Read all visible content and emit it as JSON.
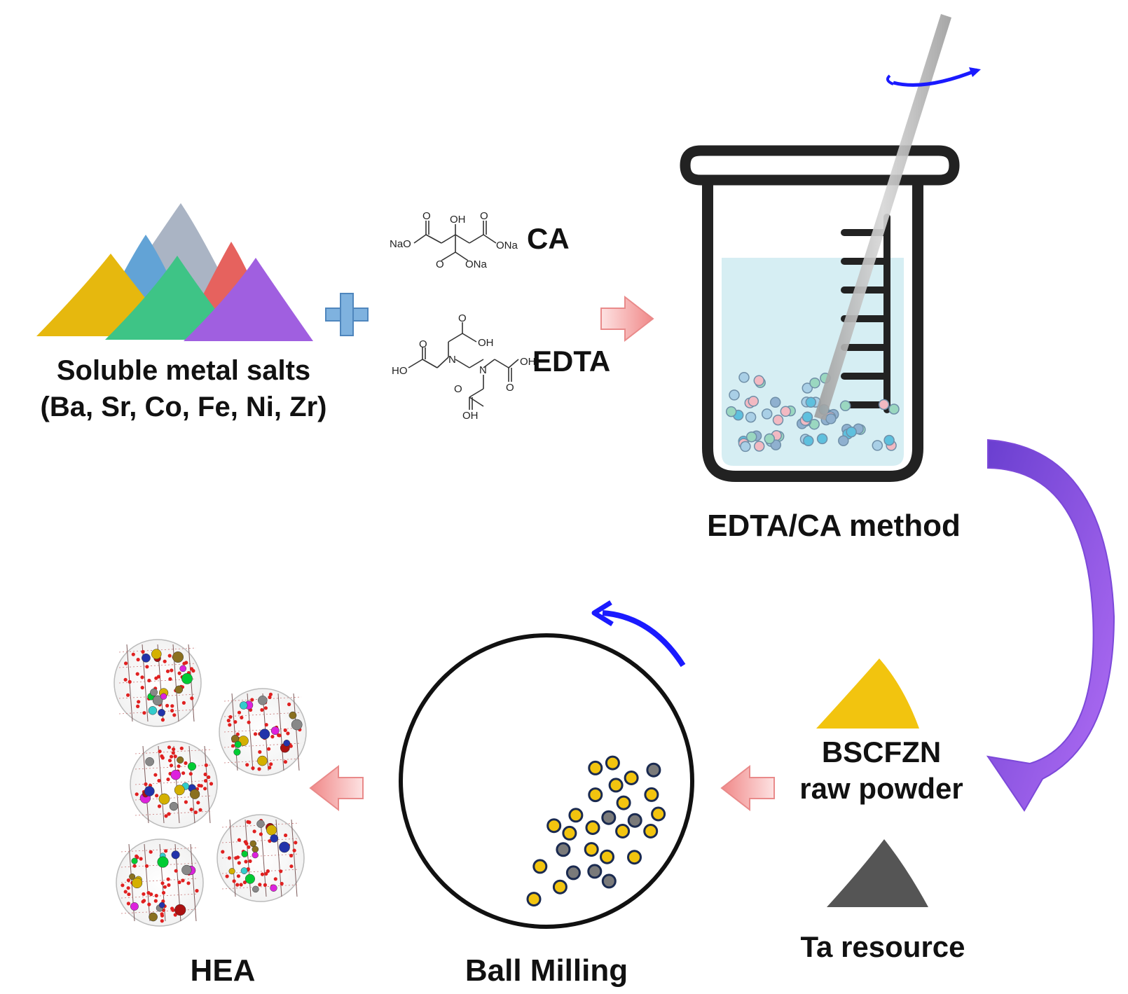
{
  "labels": {
    "salts_line1": "Soluble metal salts",
    "salts_line2": "(Ba, Sr, Co, Fe, Ni, Zr)",
    "ca": "CA",
    "edta": "EDTA",
    "method": "EDTA/CA method",
    "bscfzn_line1": "BSCFZN",
    "bscfzn_line2": "raw powder",
    "ta": "Ta resource",
    "ball_milling": "Ball Milling",
    "hea": "HEA"
  },
  "ca_structure": {
    "oh": "OH",
    "o1": "O",
    "o2": "O",
    "o3": "O",
    "ona1": "ONa",
    "ona2": "ONa",
    "nao": "NaO"
  },
  "edta_structure": {
    "oh1": "OH",
    "oh2": "OH",
    "oh3": "OH",
    "ho": "HO",
    "o1": "O",
    "o2": "O",
    "o3": "O",
    "o4": "O",
    "n1": "N",
    "n2": "N"
  },
  "colors": {
    "pink_arrow": "#f4a0a0",
    "purple_arrow": "#9b59e8",
    "blue_arrow": "#1a1aff",
    "plus": "#7fb2df",
    "solution": "#d6eef3",
    "yellow_powder": "#f2c40f",
    "gray_powder": "#555555"
  },
  "powder_colors": [
    "#e6b80e",
    "#62a3d6",
    "#aab4c4",
    "#3ec486",
    "#e6625e",
    "#a05fe0"
  ],
  "icons": [
    "plus-icon",
    "stirring-rod",
    "rotation-arrow-icon",
    "beaker-icon"
  ]
}
